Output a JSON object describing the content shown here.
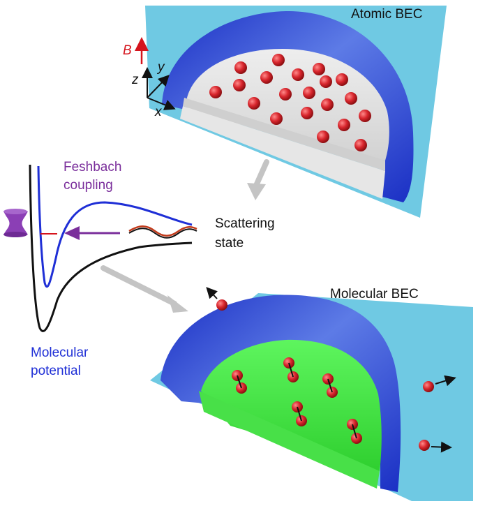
{
  "labels": {
    "atomic_bec": "Atomic BEC",
    "molecular_bec": "Molecular BEC",
    "feshbach_line1": "Feshbach",
    "feshbach_line2": "coupling",
    "scattering_line1": "Scattering",
    "scattering_line2": "state",
    "molecular_line1": "Molecular",
    "molecular_line2": "potential"
  },
  "axes": {
    "b": "B",
    "x": "x",
    "y": "y",
    "z": "z"
  },
  "colors": {
    "plane": "#6fc9e3",
    "shell": "#1e3fd0",
    "shell_light": "#6a84e8",
    "atom": "#d8262d",
    "core_gray": "#dcdcdc",
    "core_green": "#3fdc3f",
    "potential_blue": "#1f2fd6",
    "potential_black": "#111111",
    "coupling_purple": "#7a2e9b",
    "arrow_gray": "#c4c4c4",
    "b_field": "#d5141d"
  }
}
